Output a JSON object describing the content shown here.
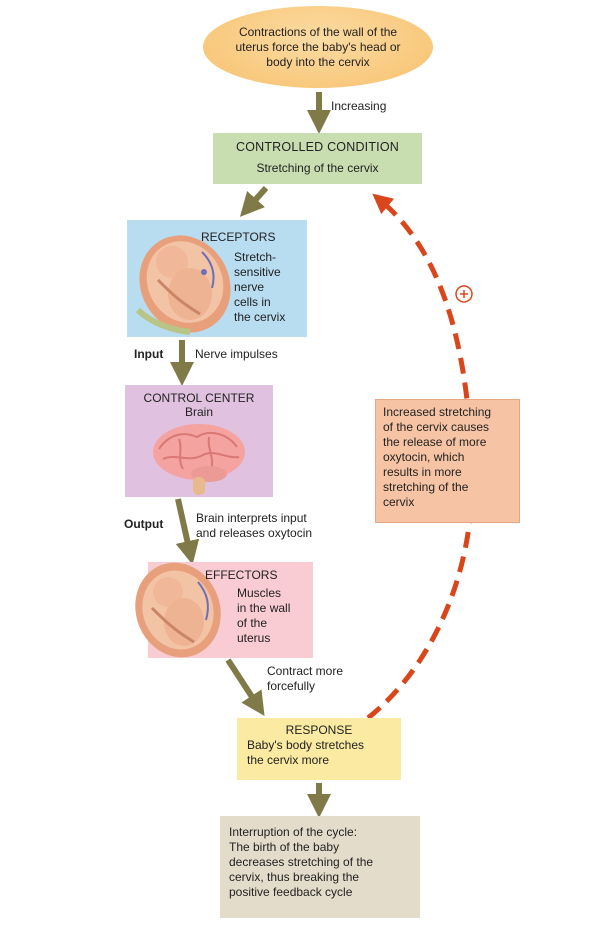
{
  "diagram": {
    "stimulus": "Contractions of the wall of the uterus force the baby's head or body into the cervix",
    "increasing_label": "Increasing",
    "controlled_condition": {
      "title": "CONTROLLED CONDITION",
      "text": "Stretching of the cervix"
    },
    "receptors": {
      "title": "RECEPTORS",
      "lines": [
        "Stretch-",
        "sensitive",
        "nerve",
        "cells in",
        "the cervix"
      ]
    },
    "input": {
      "label": "Input",
      "text": "Nerve impulses"
    },
    "control_center": {
      "title": "CONTROL CENTER",
      "subtitle": "Brain"
    },
    "output": {
      "label": "Output",
      "lines": [
        "Brain interprets input",
        "and releases oxytocin"
      ]
    },
    "effectors": {
      "title": "EFFECTORS",
      "lines": [
        "Muscles",
        "in the wall",
        "of the",
        "uterus"
      ]
    },
    "effect": {
      "lines": [
        "Contract more",
        "forcefully"
      ]
    },
    "response": {
      "title": "RESPONSE",
      "lines": [
        "Baby's body stretches",
        "the cervix more"
      ]
    },
    "feedback": {
      "symbol": "+",
      "lines": [
        "Increased stretching",
        "of the cervix causes",
        "the release of more",
        "oxytocin, which",
        "results in more",
        "stretching of the",
        "cervix"
      ]
    },
    "interruption": {
      "lines": [
        "Interruption of the cycle:",
        "The birth of the baby",
        "decreases stretching of the",
        "cervix, thus breaking the",
        "positive feedback cycle"
      ]
    }
  },
  "colors": {
    "oval": "#f8c77a",
    "controlled": "#c9deb0",
    "receptors": "#b8dcf0",
    "control_center": "#e0c2e0",
    "effectors": "#f9cbd2",
    "feedback_box": "#f6c4a4",
    "feedback_arrow": "#d9461c",
    "response": "#fbeaa2",
    "interruption": "#e4dccb",
    "arrow": "#7f7a47"
  }
}
